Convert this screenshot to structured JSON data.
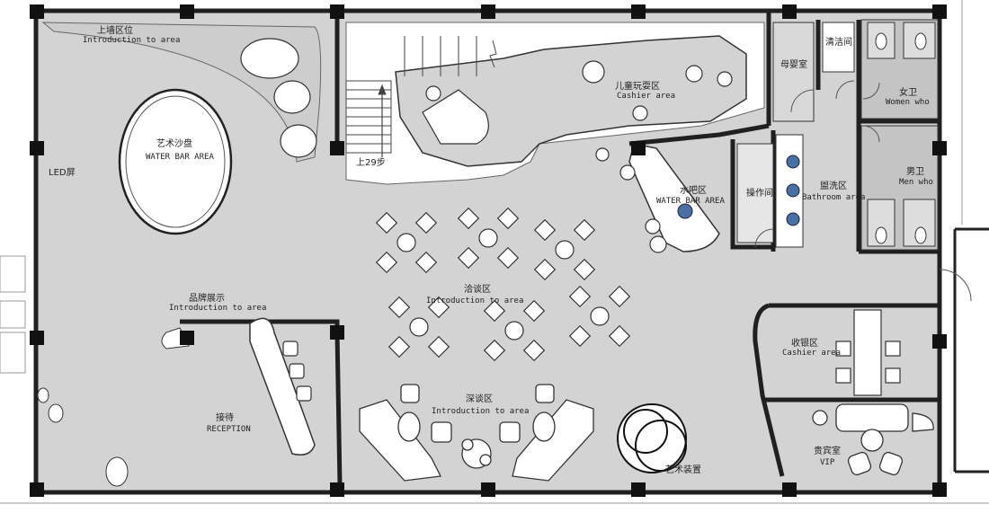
{
  "colors": {
    "floor": "#d3d3d3",
    "wall": "#202020",
    "column": "#111111",
    "furniture": "#ffffff",
    "outline": "#333333",
    "fixture_blue": "#4a6fa5",
    "outside": "#ffffff"
  },
  "labels": {
    "top_wall": "上墙区位",
    "top_wall_en": "Introduction to area",
    "sandbox": "艺术沙盘",
    "sandbox_en": "WATER BAR AREA",
    "led": "LED屏",
    "stairs": "上29步",
    "kids": "儿童玩耍区",
    "kids_en": "Cashier area",
    "waterbar": "水吧区",
    "waterbar_en": "WATER BAR AREA",
    "operation": "操作间",
    "mother": "母婴室",
    "cleaning": "清洁间",
    "women": "女卫",
    "women_en": "Women who",
    "men": "男卫",
    "men_en": "Men who",
    "washroom": "盥洗区",
    "washroom_en": "Bathroom area",
    "brand": "品牌展示",
    "brand_en": "Introduction to area",
    "negotiation": "洽谈区",
    "negotiation_en": "Introduction to area",
    "reception": "接待",
    "reception_en": "RECEPTION",
    "deep_talk": "深谈区",
    "deep_talk_en": "Introduction to area",
    "art_install": "艺术装置",
    "cashier": "收银区",
    "cashier_en": "Cashier area",
    "vip": "贵宾室",
    "vip_en": "VIP"
  }
}
